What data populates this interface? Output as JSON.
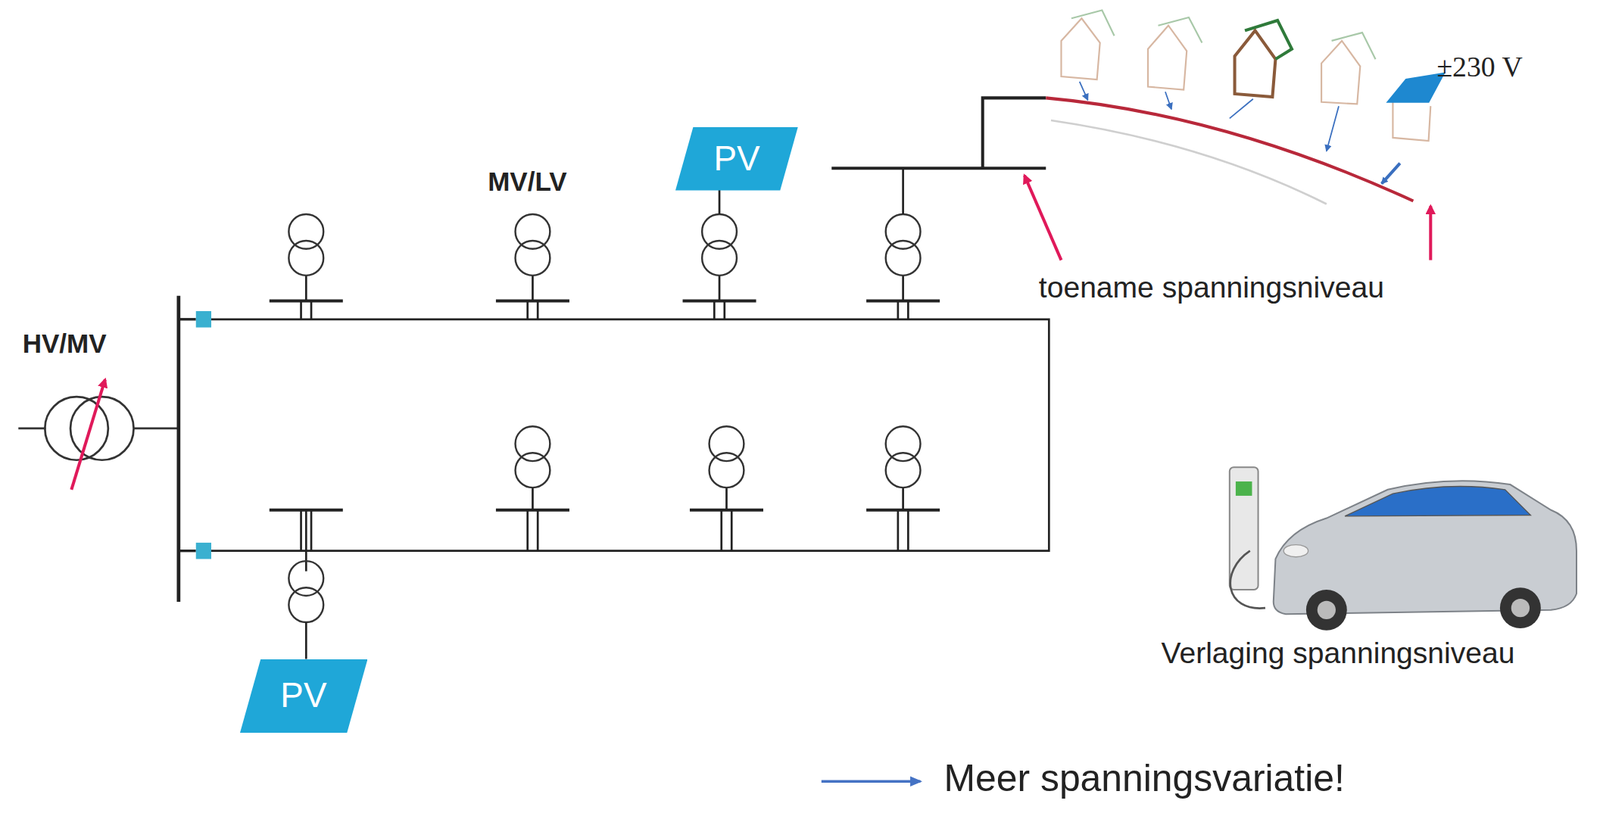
{
  "diagram": {
    "nodes": [
      {
        "text": [
          "PV"
        ]
      },
      {
        "text": [
          "PV"
        ]
      }
    ],
    "labels": [
      "HV/MV",
      "MV/LV",
      "±230 V",
      "toename spanningsniveau",
      "Verlaging spanningsniveau",
      "Meer spanningsvariatie!"
    ]
  }
}
